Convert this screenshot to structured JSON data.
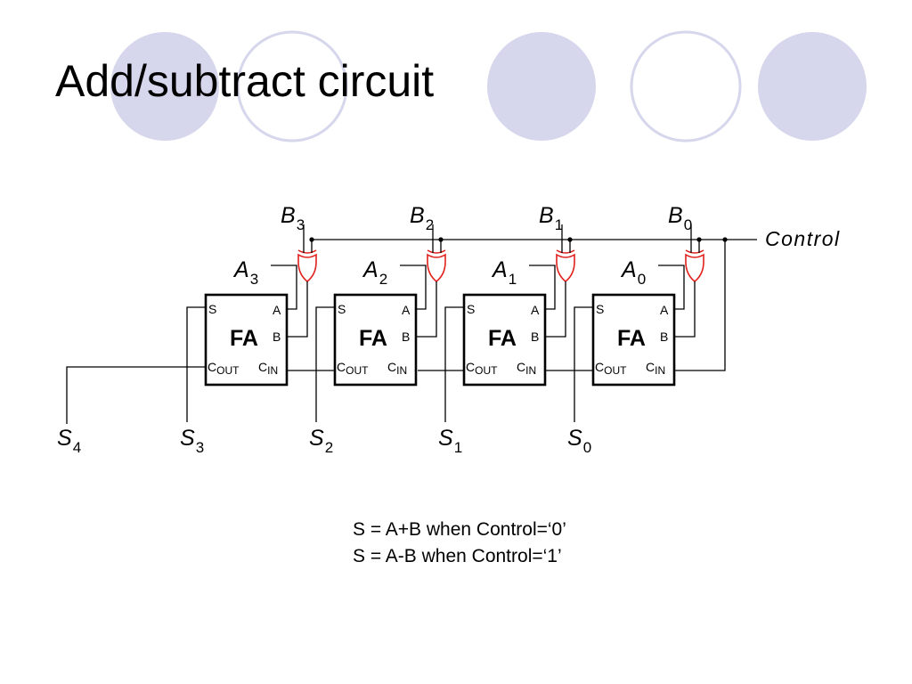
{
  "slide": {
    "title": "Add/subtract circuit",
    "equations": [
      "S = A+B when Control=‘0’",
      "S = A-B when Control=‘1’"
    ]
  },
  "diagram": {
    "control_label": "Control",
    "full_adders": [
      {
        "index": 3,
        "a": "A",
        "a_sub": "3",
        "b": "B",
        "b_sub": "3",
        "s": "S",
        "s_sub": "3"
      },
      {
        "index": 2,
        "a": "A",
        "a_sub": "2",
        "b": "B",
        "b_sub": "2",
        "s": "S",
        "s_sub": "2"
      },
      {
        "index": 1,
        "a": "A",
        "a_sub": "1",
        "b": "B",
        "b_sub": "1",
        "s": "S",
        "s_sub": "1"
      },
      {
        "index": 0,
        "a": "A",
        "a_sub": "0",
        "b": "B",
        "b_sub": "0",
        "s": "S",
        "s_sub": "0"
      }
    ],
    "carry_out": {
      "s": "S",
      "s_sub": "4"
    },
    "block": {
      "name": "FA",
      "port_s": "S",
      "port_a": "A",
      "port_b": "B",
      "cout_main": "C",
      "cout_sub": "OUT",
      "cin_main": "C",
      "cin_sub": "IN"
    },
    "colors": {
      "circle_fill": "#d6d6ec",
      "circle_stroke": "#d6d6ec",
      "xor_gate": "#e0201c",
      "wire": "#000000"
    }
  }
}
